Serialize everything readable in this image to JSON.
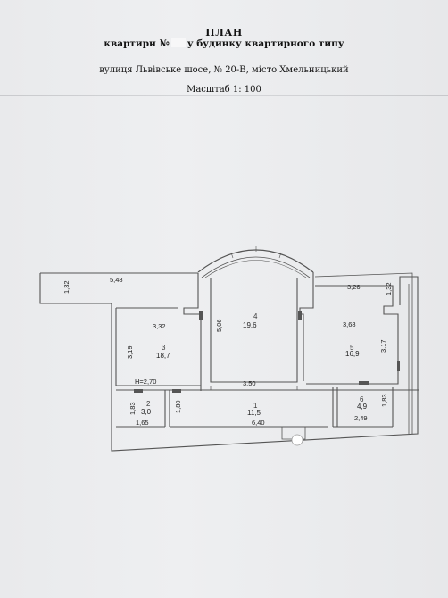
{
  "document": {
    "title": "ПЛАН",
    "line2_left": "квартири  №",
    "line2_right": "у будинку квартирного типу",
    "address": "вулиця Львівське шосе, № 20-В, місто Хмельницький",
    "scale": "Масштаб 1: 100"
  },
  "plan": {
    "dimensions": {
      "d548": "5,48",
      "d132_left": "1,32",
      "d332": "3,32",
      "d319": "3,19",
      "d506": "5,06",
      "d326": "3,26",
      "d132_right": "1,32",
      "d368": "3,68",
      "d317": "3,17",
      "d350": "3,50",
      "h270": "H=2,70",
      "d183_left": "1,83",
      "d180": "1,80",
      "d165": "1,65",
      "d640": "6,40",
      "d183_right": "1,83",
      "d249": "2,49"
    },
    "rooms": [
      {
        "number": "1",
        "area": "11,5"
      },
      {
        "number": "2",
        "area": "3,0"
      },
      {
        "number": "3",
        "area": "18,7"
      },
      {
        "number": "4",
        "area": "19,6"
      },
      {
        "number": "5",
        "area": "16,9"
      },
      {
        "number": "6",
        "area": "4,9"
      }
    ]
  }
}
